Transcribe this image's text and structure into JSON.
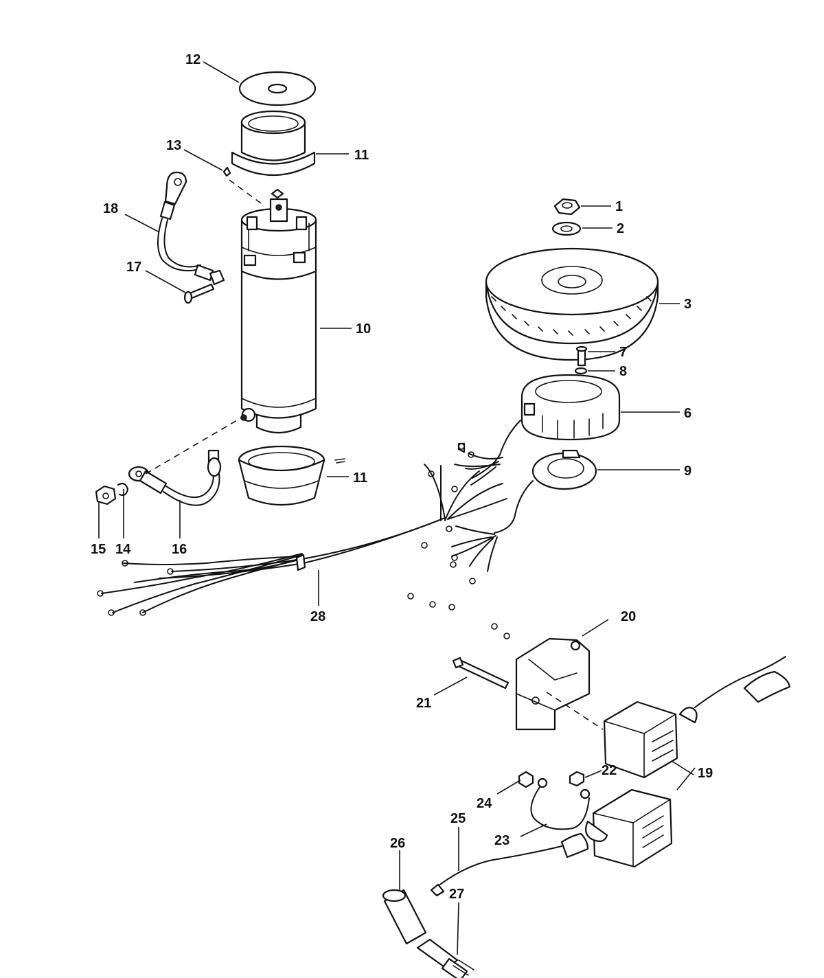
{
  "callouts": {
    "c1": "1",
    "c2": "2",
    "c3": "3",
    "c6": "6",
    "c7": "7",
    "c8": "8",
    "c9": "9",
    "c10": "10",
    "c11a": "11",
    "c11b": "11",
    "c12": "12",
    "c13": "13",
    "c14": "14",
    "c15": "15",
    "c16": "16",
    "c17": "17",
    "c18": "18",
    "c19": "19",
    "c20": "20",
    "c21": "21",
    "c22": "22",
    "c23": "23",
    "c24": "24",
    "c25": "25",
    "c26": "26",
    "c27": "27",
    "c28": "28"
  },
  "colors": {
    "ink": "#111111",
    "paper": "#ffffff"
  }
}
